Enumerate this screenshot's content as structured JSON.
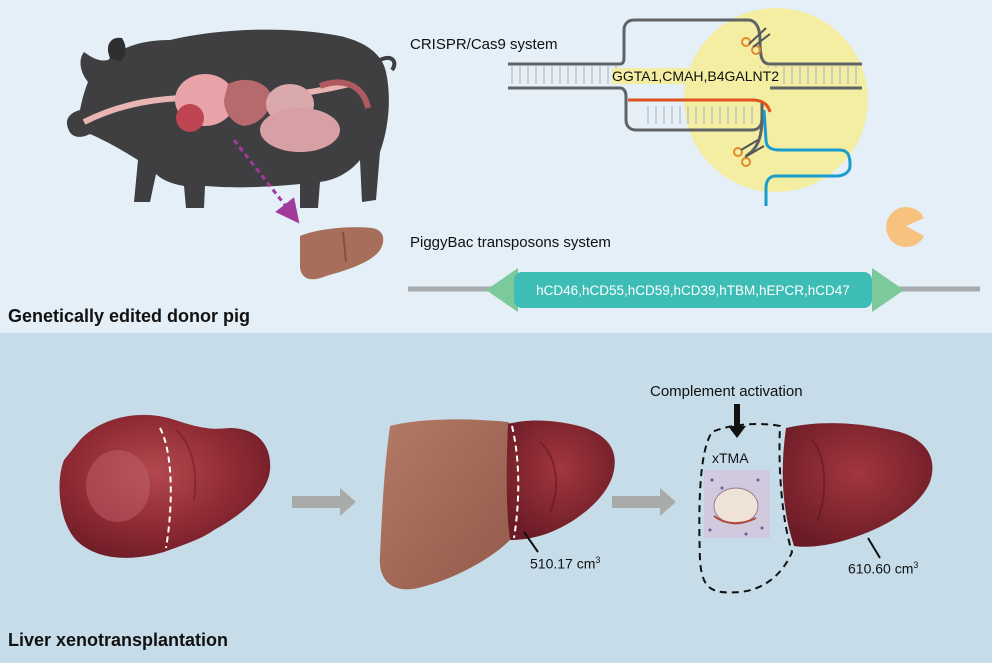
{
  "top_panel": {
    "title": "Genetically edited donor pig",
    "crispr_label": "CRISPR/Cas9 system",
    "knockout_genes": "GGTA1,CMAH,B4GALNT2",
    "piggybac_label": "PiggyBac transposons system",
    "transgenes": "hCD46,hCD55,hCD59,hCD39,hTBM,hEPCR,hCD47"
  },
  "bottom_panel": {
    "title": "Liver xenotransplantation",
    "complement_label": "Complement activation",
    "xtma_label": "xTMA",
    "volume_1": {
      "value": "510.17 cm",
      "unit_sup": "3"
    },
    "volume_2": {
      "value": "610.60 cm",
      "unit_sup": "3"
    }
  },
  "colors": {
    "top_background": "#e4eff8",
    "bottom_background": "#c6dde9",
    "pig": "#3f3f41",
    "transgene_bar": "#3dbdb5",
    "transgene_arrow": "#7cc99b",
    "highlight_circle": "#f3eea1",
    "guide_rna": "#e0531f",
    "donor_strand": "#1a9ccf",
    "dashed_arrow": "#a23a9c",
    "liver_native": "#8e2a34",
    "liver_graft": "#a86e5c",
    "process_arrow": "#a9abab"
  }
}
